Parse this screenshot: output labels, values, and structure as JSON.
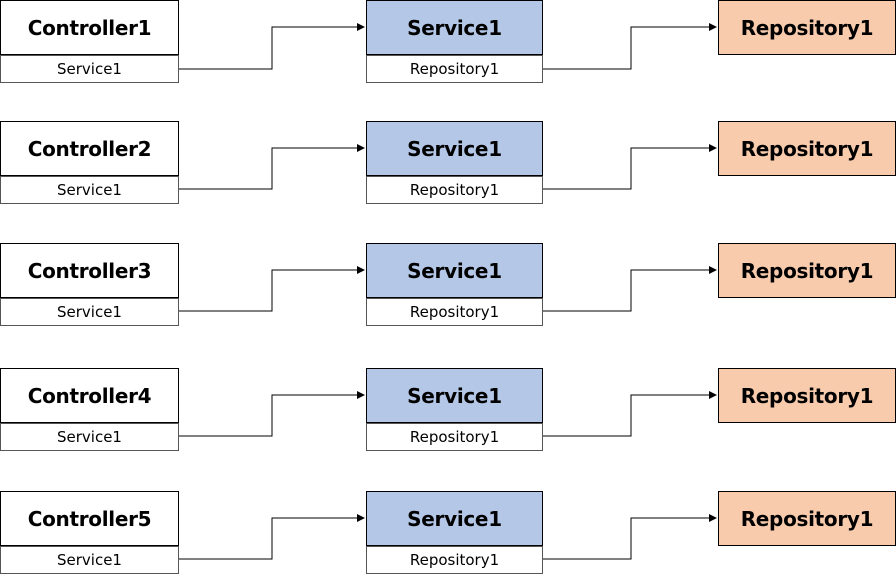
{
  "rows": [
    {
      "controller": {
        "title": "Controller1",
        "field": "Service1"
      },
      "service": {
        "title": "Service1",
        "field": "Repository1"
      },
      "repository": {
        "title": "Repository1"
      }
    },
    {
      "controller": {
        "title": "Controller2",
        "field": "Service1"
      },
      "service": {
        "title": "Service1",
        "field": "Repository1"
      },
      "repository": {
        "title": "Repository1"
      }
    },
    {
      "controller": {
        "title": "Controller3",
        "field": "Service1"
      },
      "service": {
        "title": "Service1",
        "field": "Repository1"
      },
      "repository": {
        "title": "Repository1"
      }
    },
    {
      "controller": {
        "title": "Controller4",
        "field": "Service1"
      },
      "service": {
        "title": "Service1",
        "field": "Repository1"
      },
      "repository": {
        "title": "Repository1"
      }
    },
    {
      "controller": {
        "title": "Controller5",
        "field": "Service1"
      },
      "service": {
        "title": "Service1",
        "field": "Repository1"
      },
      "repository": {
        "title": "Repository1"
      }
    }
  ],
  "colors": {
    "service_fill": "#b4c7e7",
    "repository_fill": "#f8cbad",
    "controller_fill": "#ffffff",
    "line": "#000000"
  }
}
